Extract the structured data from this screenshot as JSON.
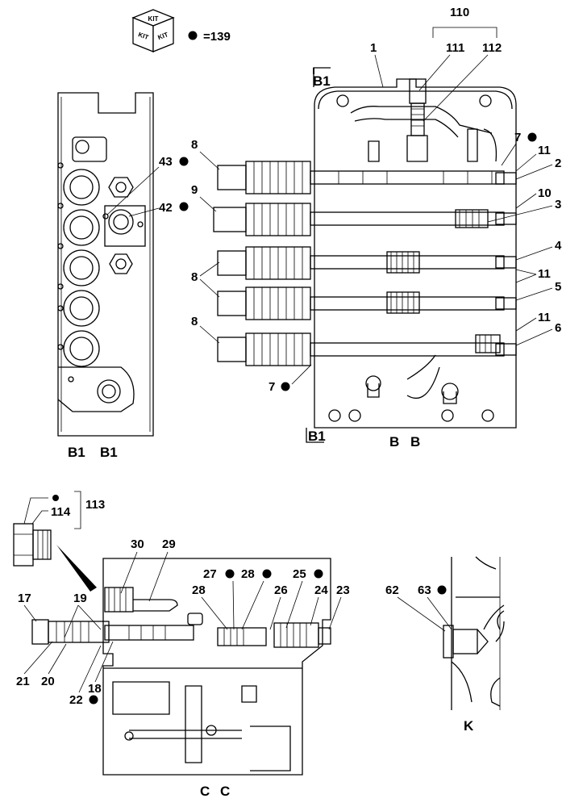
{
  "kit_legend": {
    "icon_text_top": "KIT",
    "icon_text_left": "KIT",
    "icon_text_right": "KIT",
    "equals_text": "=139"
  },
  "section_labels": {
    "b1_left": "B1",
    "b1_right": "B1",
    "b_left": "B",
    "b_right": "B",
    "c_left": "C",
    "c_right": "C",
    "k": "K",
    "b1_marker_top": "B1",
    "b1_marker_bottom": "B1"
  },
  "callouts_b1": [
    "43",
    "42"
  ],
  "callouts_b": [
    "110",
    "1",
    "111",
    "112",
    "7",
    "11",
    "2",
    "10",
    "3",
    "4",
    "11",
    "5",
    "11",
    "6",
    "8",
    "9",
    "8",
    "8",
    "7"
  ],
  "callouts_c": [
    "113",
    "114",
    "30",
    "29",
    "27",
    "28",
    "25",
    "28",
    "26",
    "24",
    "23",
    "17",
    "19",
    "21",
    "20",
    "22",
    "18"
  ],
  "callouts_k": [
    "62",
    "63"
  ]
}
